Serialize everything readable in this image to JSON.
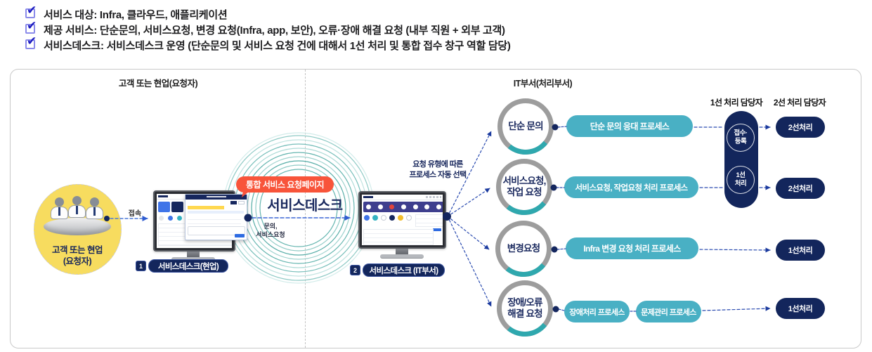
{
  "bullets": [
    {
      "text": "서비스 대상: Infra, 클라우드, 애플리케이션"
    },
    {
      "text": "제공 서비스: 단순문의, 서비스요청, 변경 요청(Infra, app, 보안), 오류·장애 해결 요청 (내부 직원 + 외부 고객)"
    },
    {
      "text": "서비스데스크: 서비스데스크 운영 (단순문의 및 서비스 요청 건에 대해서 1선 처리 및 통합 접수 창구 역할 담당)"
    }
  ],
  "sections": {
    "left_header": "고객 또는 현업(요청자)",
    "right_header": "IT부서(처리부서)"
  },
  "requester": {
    "line1": "고객 또는 현업",
    "line2": "(요청자)",
    "access_label": "접속"
  },
  "monitor1": {
    "number": "1",
    "label": "서비스데스크(현업)"
  },
  "hub": {
    "badge": "통합 서비스 요청페이지",
    "title": "서비스데스크",
    "note_line1": "문의,",
    "note_line2": "서비스요청"
  },
  "monitor2": {
    "number": "2",
    "label": "서비스데스크 (IT부서)"
  },
  "auto_select": {
    "line1": "요청 유형에 따른",
    "line2": "프로세스 자동 선택"
  },
  "request_types": [
    {
      "lines": [
        "단순 문의"
      ],
      "process": "단순 문의 응대 프로세스"
    },
    {
      "lines": [
        "서비스요청,",
        "작업 요청"
      ],
      "process": "서비스요청, 작업요청 처리 프로세스"
    },
    {
      "lines": [
        "변경요청"
      ],
      "process": "Infra 변경 요청 처리 프로세스"
    },
    {
      "lines": [
        "장애/오류",
        "해결 요청"
      ],
      "process": "장애처리 프로세스",
      "process2": "문제관리 프로세스"
    }
  ],
  "handlers": {
    "col1_header": "1선 처리 담당자",
    "col2_header": "2선 처리 담당자",
    "capsule": {
      "step1_line1": "접수·",
      "step1_line2": "등록",
      "step2_line1": "1선",
      "step2_line2": "처리"
    },
    "pills": [
      "2선처리",
      "2선처리",
      "1선처리",
      "1선처리"
    ]
  },
  "colors": {
    "navy": "#13265C",
    "teal_pill": "#49B0C4",
    "orange": "#F8543A",
    "yellow_circle": "#F7DC5F",
    "ring_teal": "#56ABA5",
    "arrow_blue": "#3B66D6"
  }
}
